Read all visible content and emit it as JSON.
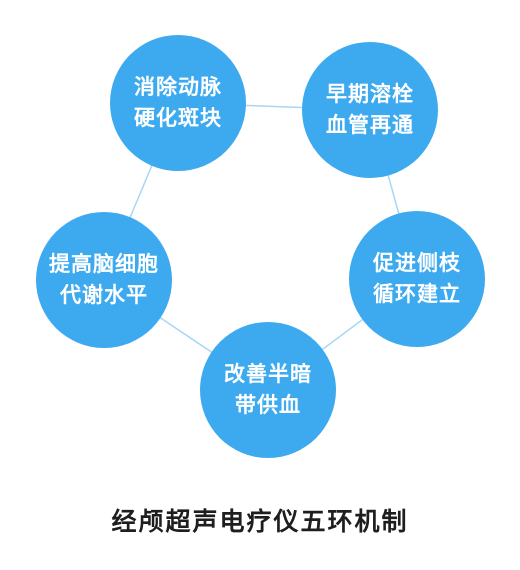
{
  "diagram": {
    "caption": "经颅超声电疗仪五环机制",
    "node_color": "#3daaf0",
    "connector_color": "#a9d6f5",
    "nodes": [
      {
        "line1": "消除动脉",
        "line2": "硬化斑块"
      },
      {
        "line1": "早期溶栓",
        "line2": "血管再通"
      },
      {
        "line1": "促进侧枝",
        "line2": "循环建立"
      },
      {
        "line1": "改善半暗",
        "line2": "带供血"
      },
      {
        "line1": "提高脑细胞",
        "line2": "代谢水平"
      }
    ]
  }
}
